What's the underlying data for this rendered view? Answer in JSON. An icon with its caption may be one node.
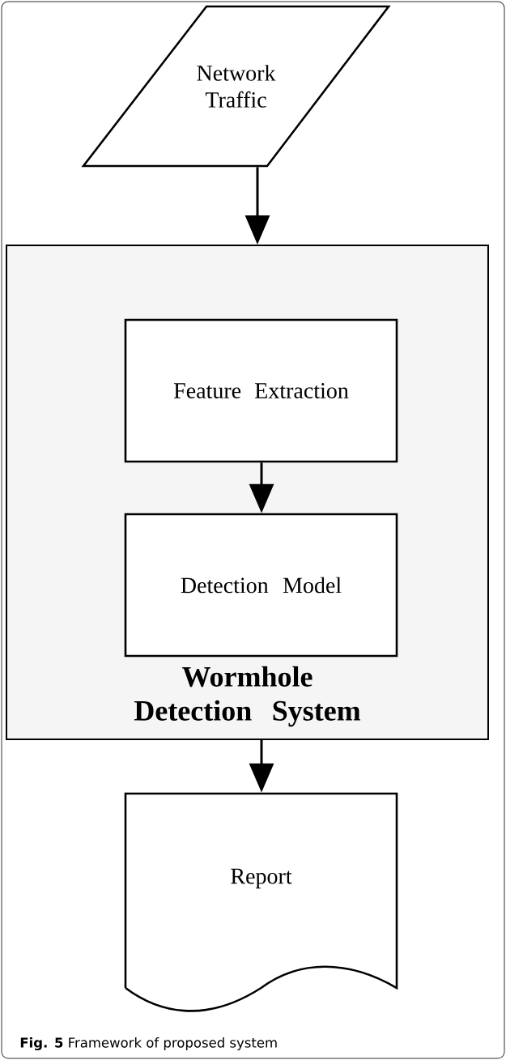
{
  "diagram": {
    "caption": "**Fig. 5** Framework of proposed system",
    "nodes": [
      {
        "text": [
          "Network Traffic"
        ]
      },
      {
        "text": [
          "Wormhole Detection System"
        ]
      },
      {
        "text": [
          "Feature Extraction"
        ],
        "in": 1
      },
      {
        "text": [
          "Detection Model"
        ],
        "in": 1
      },
      {
        "text": [
          "Report"
        ]
      }
    ],
    "edges": [
      {
        "from": 0,
        "to": 1,
        "arrow": "to"
      },
      {
        "from": 2,
        "to": 3,
        "arrow": "to"
      },
      {
        "from": 1,
        "to": 4,
        "arrow": "to"
      }
    ]
  }
}
